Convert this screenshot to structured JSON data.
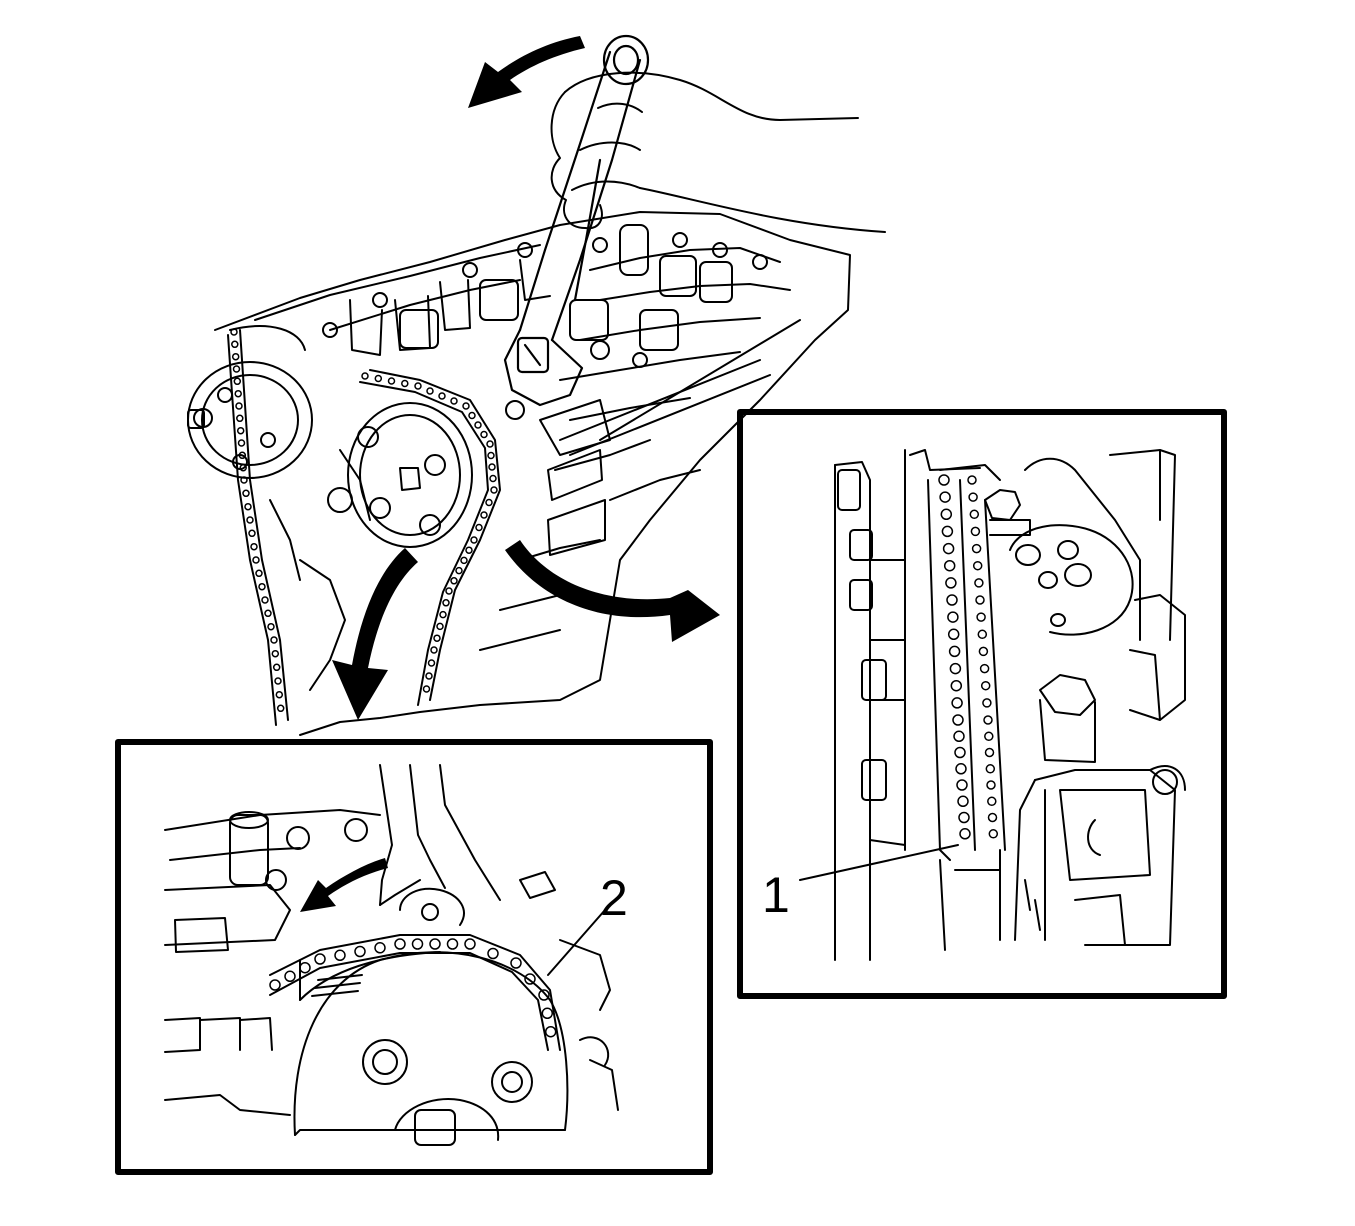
{
  "diagram": {
    "callouts": [
      {
        "id": "1",
        "label": "1"
      },
      {
        "id": "2",
        "label": "2"
      }
    ],
    "icons": [
      "rotate-arrow-icon",
      "direction-arrow-icon",
      "wrench-icon",
      "hand-icon",
      "sprocket-icon",
      "timing-chain-icon"
    ],
    "colors": {
      "ink": "#000000",
      "paper": "#ffffff"
    }
  }
}
